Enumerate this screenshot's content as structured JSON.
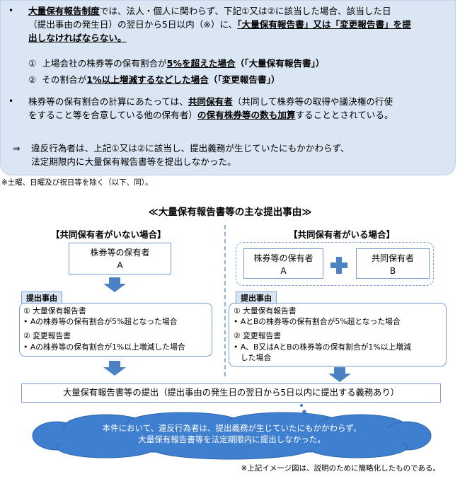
{
  "top": {
    "bullet1_lines": [
      [
        "大量保有報告制度",
        "では、法人・個人に関わらず、下記①又は②に該当した場合、該当した日"
      ],
      "（提出事由の発生日）の翌日から5日以内（※）に、",
      [
        "「大量保有報告書」又は「変更報告書」を提",
        "出しなければならない。"
      ]
    ],
    "item1_num": "①",
    "item1_pre": "上場会社の株券等の保有割合が",
    "item1_bold": "5%を超えた場合",
    "item1_post": "（「大量保有報告書」）",
    "item2_num": "②",
    "item2_pre": "その割合が",
    "item2_bold": "1%以上増減するなどした場合",
    "item2_post": "（「変更報告書」）",
    "bullet2_l1a": "株券等の保有割合の計算にあたっては、",
    "bullet2_l1b": "共同保有者",
    "bullet2_l1c": "（共同して株券等の取得や議決権の行使",
    "bullet2_l2a": "をすること等を合意している他の保有者）",
    "bullet2_l2b": "の保有株券等の数も加算",
    "bullet2_l2c": "することとされている。",
    "arrow_mark": "⇒",
    "violation_l1": "違反行為者は、上記①又は②に該当し、提出義務が生じていたにもかかわらず、",
    "violation_l2": "法定期限内に大量保有報告書等を提出しなかった。",
    "bullet_mark": "•"
  },
  "note_excl": "※土曜、日曜及び祝日等を除く（以下、同）。",
  "diagram_title": "≪大量保有報告書等の主な提出事由≫",
  "left": {
    "header": "【共同保有者がいない場合】",
    "holder_l1": "株券等の保有者",
    "holder_l2": "A",
    "tab": "提出事由",
    "r1_title": "① 大量保有報告書",
    "r1_detail": "Aの株券等の保有割合が5%超となった場合",
    "r2_title": "② 変更報告書",
    "r2_detail": "Aの株券等の保有割合が1%以上増減した場合"
  },
  "right": {
    "header": "【共同保有者がいる場合】",
    "holderA_l1": "株券等の保有者",
    "holderA_l2": "A",
    "plus": "+",
    "holderB_l1": "共同保有者",
    "holderB_l2": "B",
    "tab": "提出事由",
    "r1_title": "① 大量保有報告書",
    "r1_detail": "AとBの株券等の保有割合が5%超となった場合",
    "r2_title": "② 変更報告書",
    "r2_detail_l1": "A、B又はAとBの株券等の保有割合が1%以上増減",
    "r2_detail_l2": "した場合"
  },
  "submission": "大量保有報告書等の提出（提出事由の発生日の翌日から5日以内に提出する義務あり）",
  "cloud_l1": "本件において、違反行為者は、提出義務が生じていたにもかかわらず、",
  "cloud_l2": "大量保有報告書等を法定期限内に提出しなかった。",
  "footer_note": "※上記イメージ図は、説明のために簡略化したものである。",
  "colors": {
    "accent": "#4b82c4",
    "box_border": "#7a9ccf",
    "panel": "#dbe6f4",
    "cloud": "#3f7fcf"
  }
}
